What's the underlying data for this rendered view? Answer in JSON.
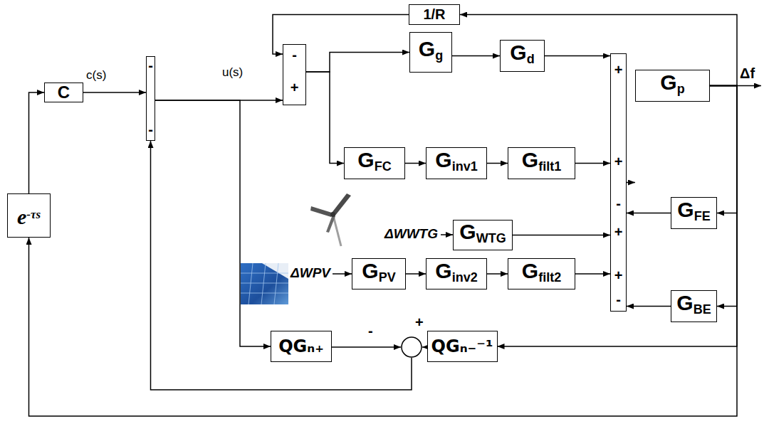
{
  "diagram": {
    "nodes": [
      {
        "text": [
          "1/R"
        ]
      },
      {
        "text": [
          "C"
        ]
      },
      {
        "text": [
          "-",
          "-"
        ]
      },
      {
        "text": [
          "-",
          "+"
        ]
      },
      {
        "text": [
          "Gg"
        ]
      },
      {
        "text": [
          "Gd"
        ]
      },
      {
        "text": [
          "+",
          "+",
          "-",
          "+",
          "+",
          "-"
        ]
      },
      {
        "text": [
          "Gp"
        ]
      },
      {
        "text": [
          "GFC"
        ]
      },
      {
        "text": [
          "Ginv1"
        ]
      },
      {
        "text": [
          "Gfilt1"
        ]
      },
      {
        "text": [
          "GFE"
        ]
      },
      {
        "text": [
          "GWTG"
        ]
      },
      {
        "text": [
          "GPV"
        ]
      },
      {
        "text": [
          "Ginv2"
        ]
      },
      {
        "text": [
          "Gfilt2"
        ]
      },
      {
        "text": [
          "GBE"
        ]
      },
      {
        "text": [
          "e-τs"
        ]
      },
      {
        "text": [
          "QGₙ₊"
        ]
      },
      {
        "text": [
          "-",
          "+"
        ]
      },
      {
        "text": [
          "QGₙ₋⁻¹"
        ]
      }
    ],
    "edges": [
      {
        "from": 17,
        "to": 1,
        "arrow": "to"
      },
      {
        "from": 1,
        "to": 2,
        "arrow": "to"
      },
      {
        "from": 2,
        "to": 3,
        "arrow": "to"
      },
      {
        "from": 2,
        "to": 18,
        "arrow": "to"
      },
      {
        "from": 3,
        "to": 4,
        "arrow": "to"
      },
      {
        "from": 3,
        "to": 8,
        "arrow": "to"
      },
      {
        "from": 4,
        "to": 5,
        "arrow": "to"
      },
      {
        "from": 5,
        "to": 6,
        "arrow": "to"
      },
      {
        "from": 8,
        "to": 9,
        "arrow": "to"
      },
      {
        "from": 9,
        "to": 10,
        "arrow": "to"
      },
      {
        "from": 10,
        "to": 6,
        "arrow": "to"
      },
      {
        "from": 12,
        "to": 6,
        "arrow": "to"
      },
      {
        "from": 13,
        "to": 14,
        "arrow": "to"
      },
      {
        "from": 14,
        "to": 15,
        "arrow": "to"
      },
      {
        "from": 15,
        "to": 6,
        "arrow": "to"
      },
      {
        "from": 6,
        "to": 7,
        "arrow": "to"
      },
      {
        "from": 7,
        "to": 0,
        "arrow": "to"
      },
      {
        "from": 0,
        "to": 3,
        "arrow": "to"
      },
      {
        "from": 7,
        "to": 11,
        "arrow": "to"
      },
      {
        "from": 11,
        "to": 6,
        "arrow": "to"
      },
      {
        "from": 7,
        "to": 16,
        "arrow": "to"
      },
      {
        "from": 16,
        "to": 6,
        "arrow": "to"
      },
      {
        "from": 7,
        "to": 20,
        "arrow": "to"
      },
      {
        "from": 20,
        "to": 19,
        "arrow": "to"
      },
      {
        "from": 18,
        "to": 19,
        "arrow": "to"
      },
      {
        "from": 19,
        "to": 2,
        "arrow": "to"
      },
      {
        "from": 7,
        "to": 17,
        "arrow": "to"
      }
    ],
    "labels": [
      "c(s)",
      "u(s)",
      "Δf",
      "ΔWWTG",
      "ΔWPV"
    ]
  }
}
